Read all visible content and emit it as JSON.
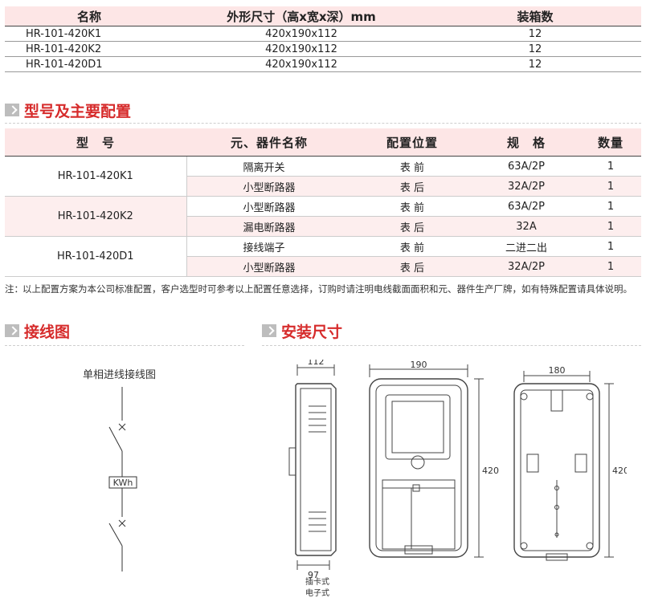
{
  "dimensions_table": {
    "headers": [
      "名称",
      "外形尺寸（高x宽x深）mm",
      "装箱数"
    ],
    "rows": [
      [
        "HR-101-420K1",
        "420x190x112",
        "12"
      ],
      [
        "HR-101-420K2",
        "420x190x112",
        "12"
      ],
      [
        "HR-101-420D1",
        "420x190x112",
        "12"
      ]
    ]
  },
  "config_section": {
    "title": "型号及主要配置"
  },
  "config_table": {
    "headers": [
      "型　号",
      "元、器件名称",
      "配置位置",
      "规　格",
      "数量"
    ],
    "groups": [
      {
        "model": "HR-101-420K1",
        "rows": [
          [
            "隔离开关",
            "表 前",
            "63A/2P",
            "1"
          ],
          [
            "小型断路器",
            "表 后",
            "32A/2P",
            "1"
          ]
        ]
      },
      {
        "model": "HR-101-420K2",
        "rows": [
          [
            "小型断路器",
            "表 前",
            "63A/2P",
            "1"
          ],
          [
            "漏电断路器",
            "表 后",
            "32A",
            "1"
          ]
        ]
      },
      {
        "model": "HR-101-420D1",
        "rows": [
          [
            "接线端子",
            "表 前",
            "二进二出",
            "1"
          ],
          [
            "小型断路器",
            "表 后",
            "32A/2P",
            "1"
          ]
        ]
      }
    ]
  },
  "note": {
    "label": "注：",
    "text": "以上配置方案为本公司标准配置，客户选型时可参考以上配置任意选择，订购时请注明电线截面面积和元、器件生产厂牌，如有特殊配置请具体说明。"
  },
  "wiring_section": {
    "title": "接线图",
    "diagram_title": "单相进线接线图",
    "meter_label": "KWh"
  },
  "install_section": {
    "title": "安装尺寸",
    "side_depth": "112",
    "side_bottom": "97",
    "front_width": "190",
    "front_height": "420",
    "back_width": "180",
    "back_height": "420",
    "caption_line1": "插卡式",
    "caption_line2": "电子式"
  }
}
